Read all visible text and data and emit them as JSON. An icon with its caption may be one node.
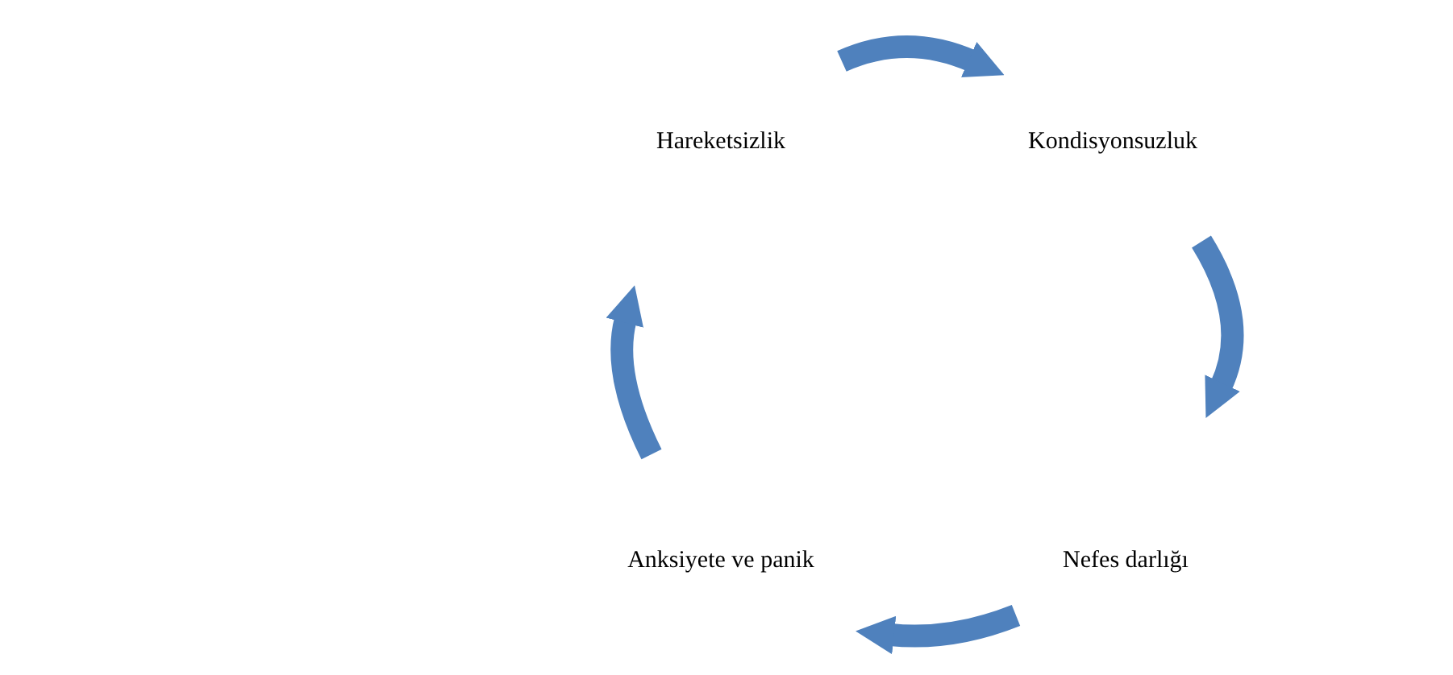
{
  "diagram": {
    "nodes": [
      {
        "text": [
          "Hareketsizlik"
        ]
      },
      {
        "text": [
          "Kondisyonsuzluk"
        ]
      },
      {
        "text": [
          "Nefes darlığı"
        ]
      },
      {
        "text": [
          "Anksiyete ve panik"
        ]
      }
    ],
    "edges": [
      {
        "from": 0,
        "to": 1,
        "arrow": "to"
      },
      {
        "from": 1,
        "to": 2,
        "arrow": "to"
      },
      {
        "from": 2,
        "to": 3,
        "arrow": "to"
      },
      {
        "from": 3,
        "to": 0,
        "arrow": "to"
      }
    ]
  }
}
